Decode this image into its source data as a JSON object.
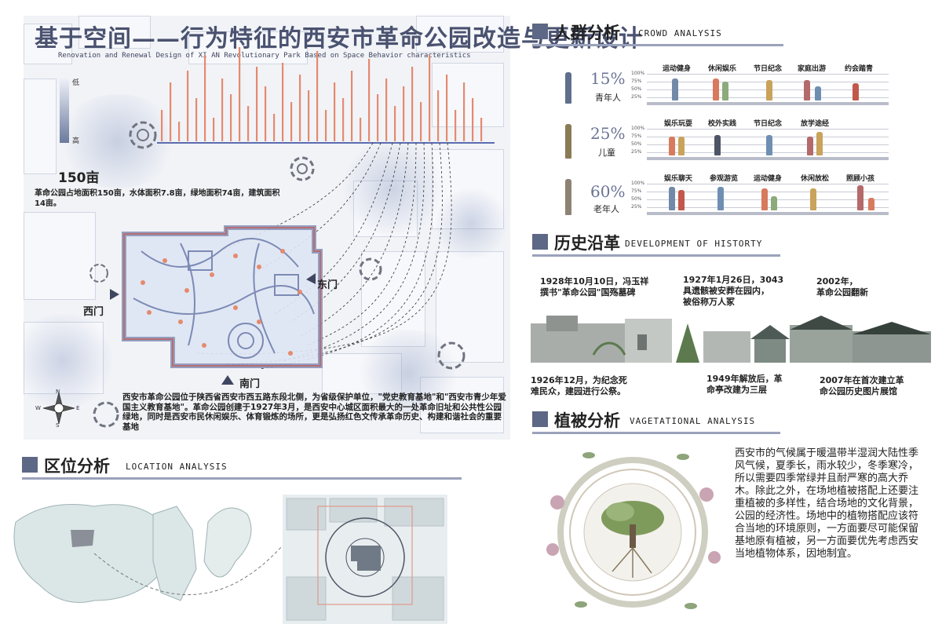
{
  "title": {
    "main": "基于空间——行为特征的西安市革命公园改造与更新设计",
    "subtitle": "Renovation and Renewal Design of XI AN Revolutionary Park Based on Space Behavior characteristics"
  },
  "map": {
    "legend_low": "低",
    "legend_high": "高",
    "area_value": "150亩",
    "area_desc": "革命公园占地面积150亩，水体面积7.8亩，绿地面积74亩，建筑面积14亩。",
    "gate_west": "西门",
    "gate_east": "东门",
    "gate_south": "南门",
    "compass": {
      "n": "N",
      "s": "S",
      "e": "E",
      "w": "W"
    },
    "description": "西安市革命公园位于陕西省西安市西五路东段北侧，为省级保护单位，\"党史教育基地\"和\"西安市青少年爱国主义教育基地\"。革命公园创建于1927年3月，是西安中心城区面积最大的一处革命旧址和公共性公园绿地，同时是西安市民休闲娱乐、体育锻炼的场所，更是弘扬红色文传承革命历史、构建和谐社会的重要基地"
  },
  "crowd": {
    "title": "人群分析",
    "title_en": "CROWD ANALYSIS",
    "ticks": [
      "100%",
      "75%",
      "50%",
      "25%"
    ],
    "groups": [
      {
        "percent": "15%",
        "name": "青年人",
        "activities": [
          "运动健身",
          "休闲娱乐",
          "节日纪念",
          "家庭出游",
          "约会踏青"
        ]
      },
      {
        "percent": "25%",
        "name": "儿童",
        "activities": [
          "娱乐玩耍",
          "校外实践",
          "节日纪念",
          "放学途经"
        ]
      },
      {
        "percent": "60%",
        "name": "老年人",
        "activities": [
          "娱乐聊天",
          "参观游览",
          "运动健身",
          "休闲放松",
          "照顾小孩"
        ]
      }
    ]
  },
  "history": {
    "title": "历史沿革",
    "title_en": "DEVELOPMENT OF HISTORTY",
    "top_events": [
      {
        "line1": "1928年10月10日，冯玉祥",
        "line2": "撰书\"革命公园\"国殇墓碑"
      },
      {
        "line1": "1927年1月26日，3043",
        "line2": "具遗骸被安葬在园内，",
        "line3": "被俗称万人冢"
      },
      {
        "line1": "2002年，",
        "line2": "革命公园翻新"
      }
    ],
    "bottom_events": [
      {
        "line1": "1926年12月，为纪念死",
        "line2": "难民众，建园进行公祭。"
      },
      {
        "line1": "1949年解放后，革",
        "line2": "命亭改建为三层"
      },
      {
        "line1": "2007年在首次建立革",
        "line2": "命公园历史图片展馆"
      }
    ]
  },
  "vegetation": {
    "title": "植被分析",
    "title_en": "VAGETATIONAL ANALYSIS",
    "text": "西安市的气候属于暖温带半湿润大陆性季风气候，夏季长，雨水较少，冬季寒冷，所以需要四季常绿并且耐严寒的高大乔木。除此之外，在场地植被搭配上还要注重植被的多样性，结合场地的文化背景，公园的经济性。场地中的植物搭配应该符合当地的环境原则，一方面要尽可能保留基地原有植被，另一方面要优先考虑西安当地植物体系，因地制宜。"
  },
  "location": {
    "title": "区位分析",
    "title_en": "LOCATION ANALYSIS"
  },
  "colors": {
    "accent": "#5d6886",
    "bars": "#e58a6e",
    "axis": "#5b6cb0",
    "park_fill": "#dfe6f4"
  }
}
